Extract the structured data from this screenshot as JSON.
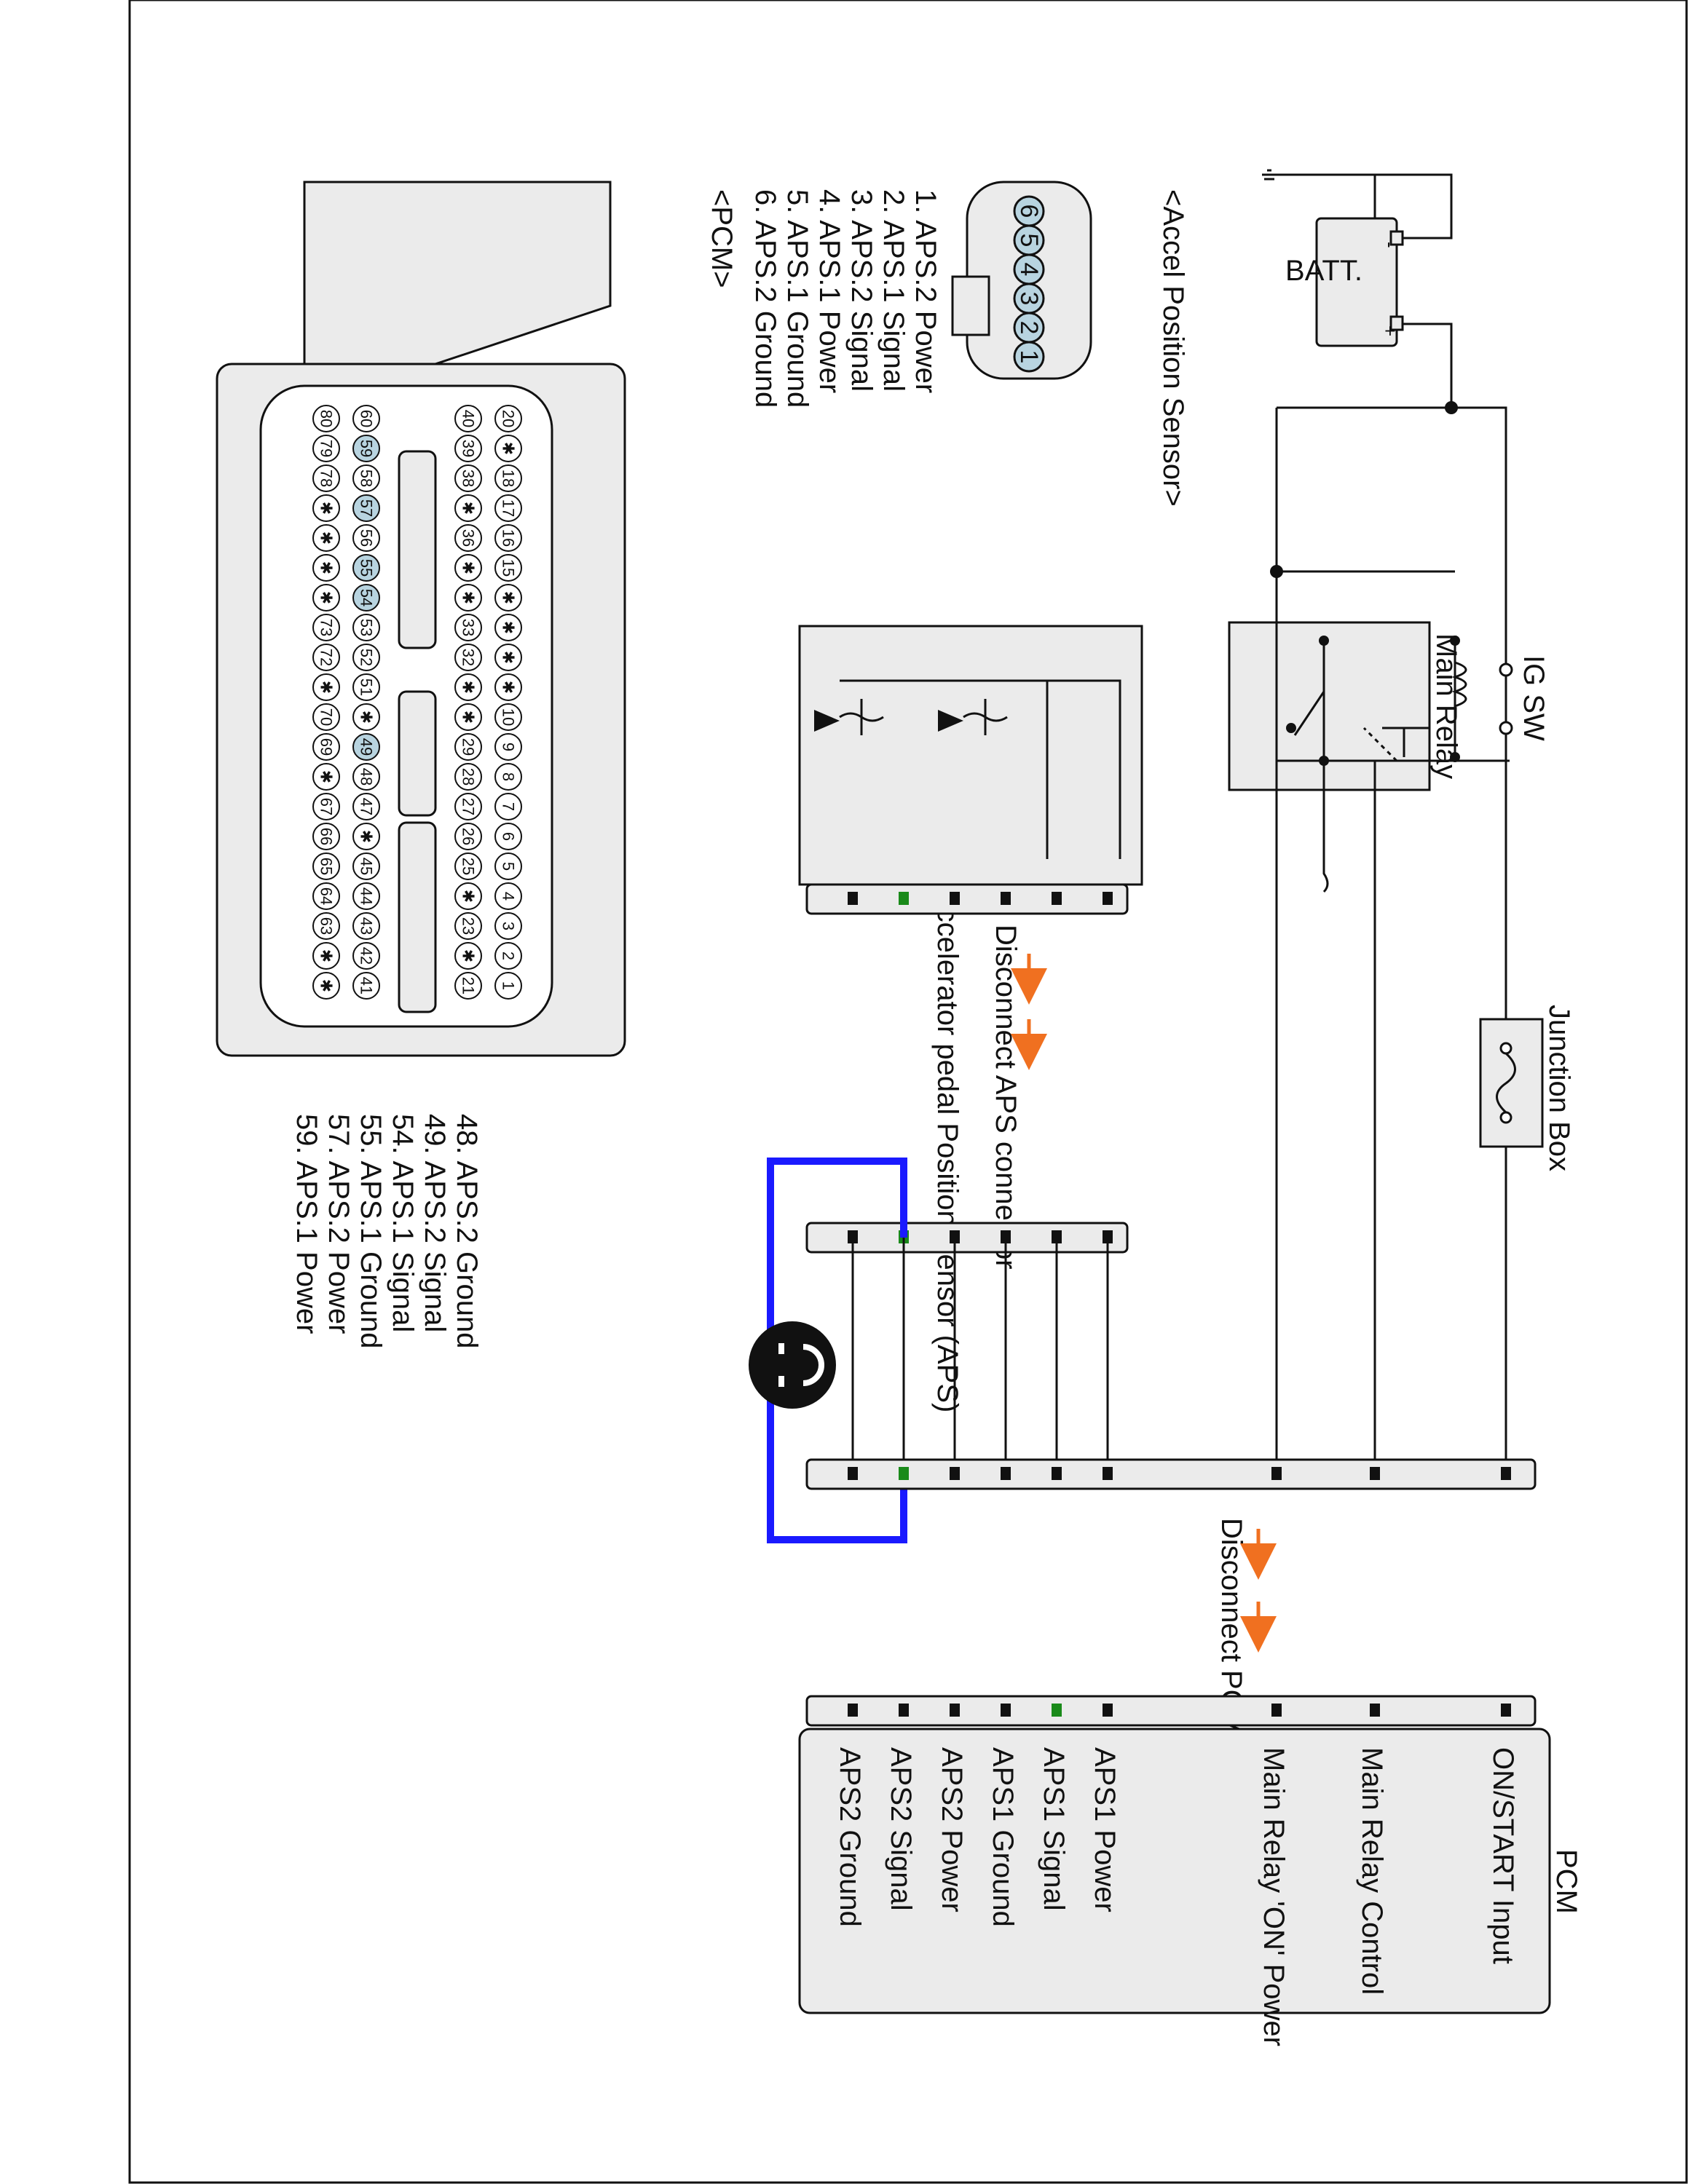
{
  "colors": {
    "wire": "#111111",
    "highlight": "#1a8a1a",
    "jumper": "#1a1aff",
    "arrow": "#f07020",
    "fill": "#ebebeb",
    "pin_highlight": "#b8d4e0"
  },
  "battery": {
    "label": "BATT.",
    "pos": "+",
    "neg": "-"
  },
  "ig_sw": "IG SW",
  "main_relay": "Main Relay",
  "junction_box": "Junction Box",
  "aps_sensor": {
    "title": "Accelerator pedal Position Sensor (APS)",
    "disconnect": "Disconnect APS connector"
  },
  "pcm_connector_note": "Disconnect PCM connector",
  "pcm": {
    "title": "PCM",
    "pins": [
      "ON/START Input",
      "Main Relay Control",
      "Main Relay 'ON' Power",
      "APS1 Power",
      "APS1 Signal",
      "APS1 Ground",
      "APS2 Power",
      "APS2 Signal",
      "APS2 Ground"
    ]
  },
  "accel_connector": {
    "title": "<Accel Position Sensor>",
    "pin_numbers": [
      "6",
      "5",
      "4",
      "3",
      "2",
      "1"
    ],
    "pins": [
      "1. APS.2 Power",
      "2. APS.1 Signal",
      "3. APS.2 Signal",
      "4. APS.1 Power",
      "5. APS.1 Ground",
      "6. APS.2 Ground"
    ],
    "highlight_index": 1
  },
  "pcm_connector": {
    "title": "<PCM>",
    "row1": [
      "20",
      "✱",
      "18",
      "17",
      "16",
      "15",
      "✱",
      "✱",
      "✱",
      "✱",
      "10",
      "9",
      "8",
      "7",
      "6",
      "5",
      "4",
      "3",
      "2",
      "1"
    ],
    "row2": [
      "40",
      "39",
      "38",
      "✱",
      "36",
      "✱",
      "✱",
      "33",
      "32",
      "✱",
      "✱",
      "29",
      "28",
      "27",
      "26",
      "25",
      "✱",
      "23",
      "✱",
      "21"
    ],
    "row3": [
      "60",
      "59",
      "58",
      "57",
      "56",
      "55",
      "54",
      "53",
      "52",
      "51",
      "✱",
      "49",
      "48",
      "47",
      "✱",
      "45",
      "44",
      "43",
      "42",
      "41"
    ],
    "row4": [
      "80",
      "79",
      "78",
      "✱",
      "✱",
      "✱",
      "✱",
      "73",
      "72",
      "✱",
      "70",
      "69",
      "✱",
      "67",
      "66",
      "65",
      "64",
      "63",
      "✱",
      "✱"
    ],
    "pins": [
      "48. APS.2 Ground",
      "49. APS.2 Signal",
      "54. APS.1 Signal",
      "55. APS.1 Ground",
      "57. APS.2 Power",
      "59. APS.1 Power"
    ],
    "highlight_index": 2
  }
}
